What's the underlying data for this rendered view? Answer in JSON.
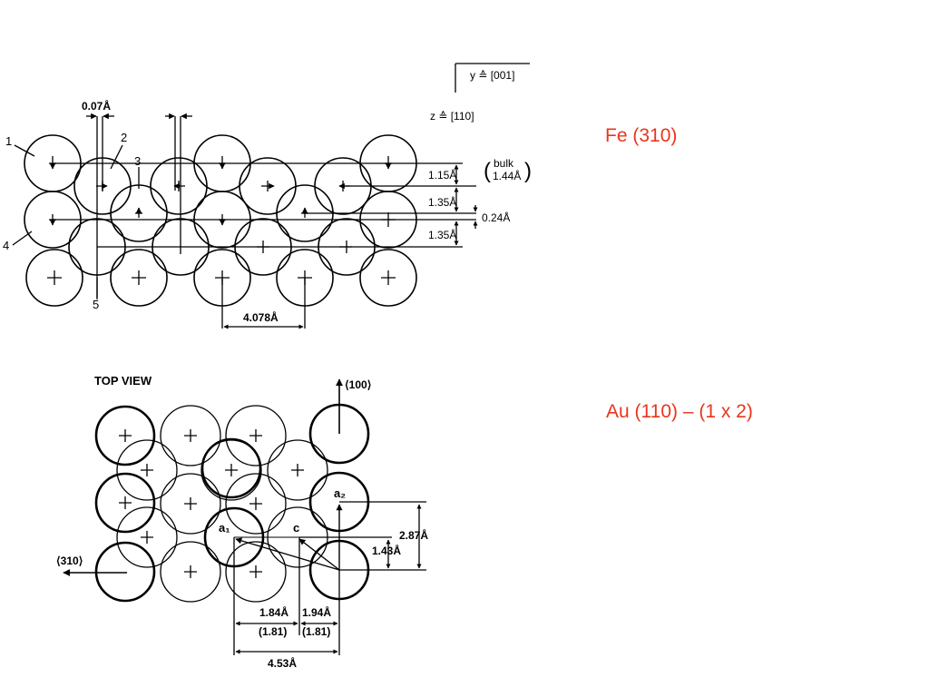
{
  "captions": {
    "upper": "Fe (310)",
    "lower": "Au (110) – (1 x 2)"
  },
  "side_view": {
    "axis_y": "y ≙ [001]",
    "axis_z": "z ≙ [110]",
    "shift": "0.07Å",
    "atom_labels": [
      "1",
      "2",
      "3",
      "4",
      "5"
    ],
    "spacing_1": "1.15Å",
    "bulk_label": "bulk",
    "bulk_value": "1.44Å",
    "spacing_2": "1.35Å",
    "shift_2": "0.24Å",
    "spacing_3": "1.35Å",
    "lattice": "4.078Å"
  },
  "top_view": {
    "title": "TOP VIEW",
    "dir_up": "⟨100⟩",
    "dir_left": "⟨310⟩",
    "vec_a2": "a₂",
    "vec_a1": "a₁",
    "vec_c": "c",
    "dist_287": "2.87Å",
    "dist_143": "1.43Å",
    "dist_184": "1.84Å",
    "dist_194": "1.94Å",
    "dist_181a": "(1.81)",
    "dist_181b": "(1.81)",
    "dist_453": "4.53Å"
  }
}
